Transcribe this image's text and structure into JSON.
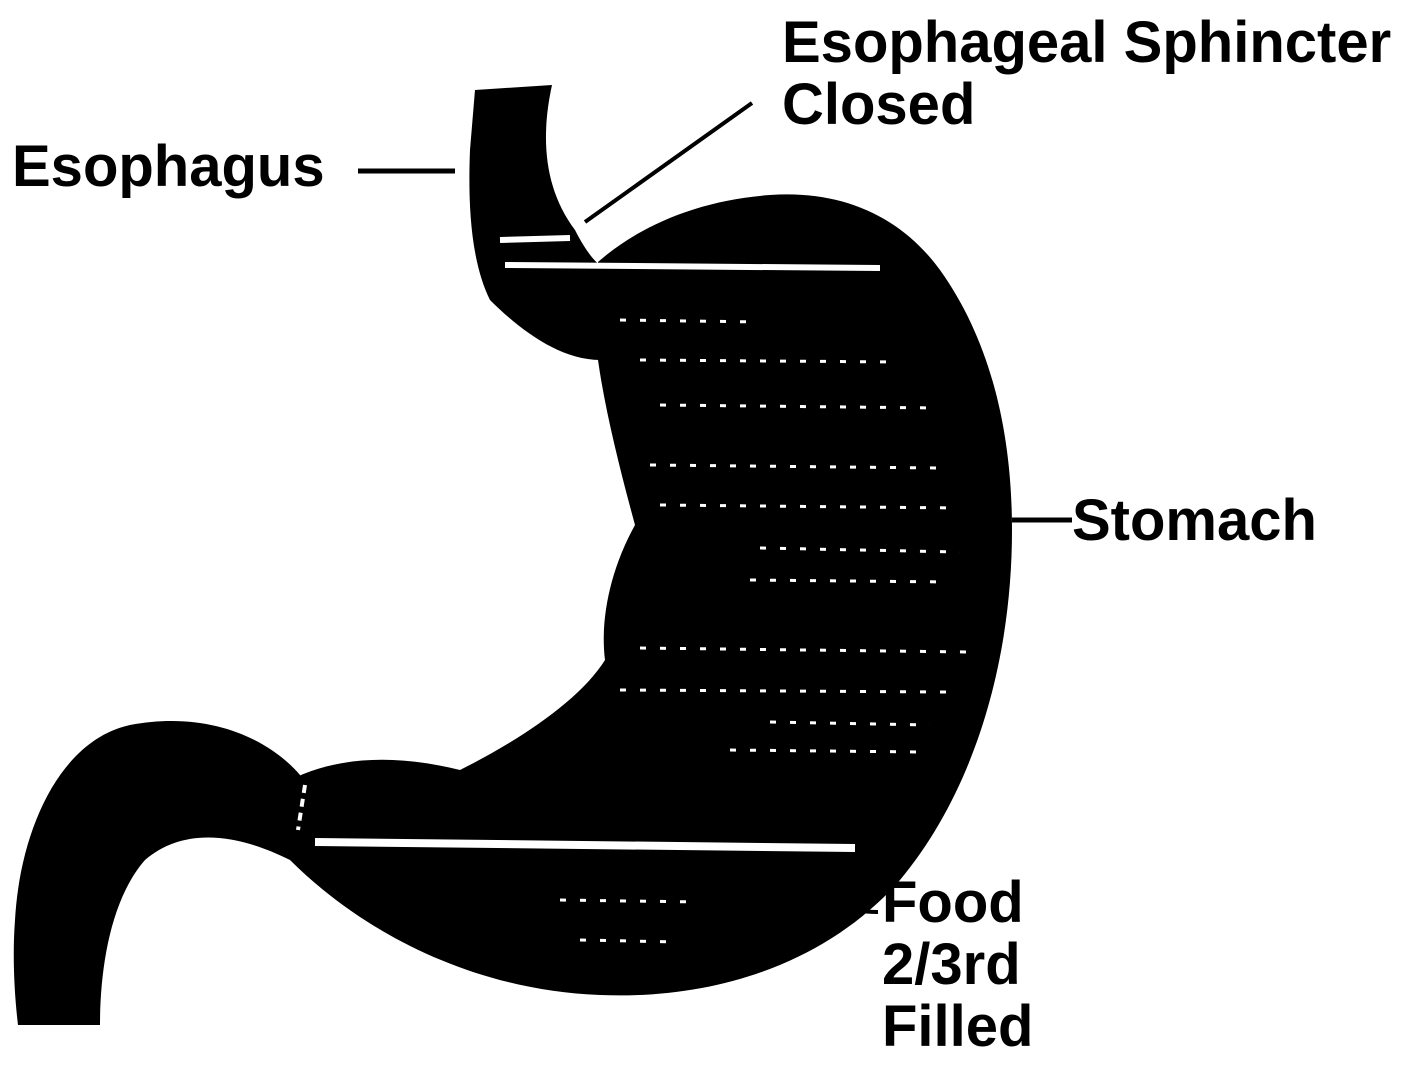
{
  "labels": {
    "esophagus": "Esophagus",
    "sphincter_line1": "Esophageal Sphincter",
    "sphincter_line2": "Closed",
    "stomach": "Stomach",
    "food_line1": "Food",
    "food_line2": "2/3rd",
    "food_line3": "Filled"
  },
  "colors": {
    "organ": "#000000",
    "background": "#ffffff",
    "food_band_highlight": "#ffffff"
  }
}
